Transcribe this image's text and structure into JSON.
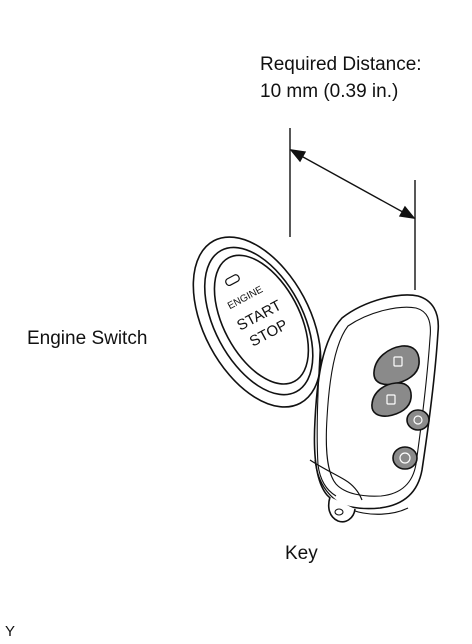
{
  "labels": {
    "distance_line1": "Required Distance:",
    "distance_line2": "10 mm (0.39 in.)",
    "engine_switch": "Engine Switch",
    "key": "Key",
    "corner_mark": "Y"
  },
  "button_text": {
    "line1": "ENGINE",
    "line2": "START",
    "line3": "STOP"
  }
}
